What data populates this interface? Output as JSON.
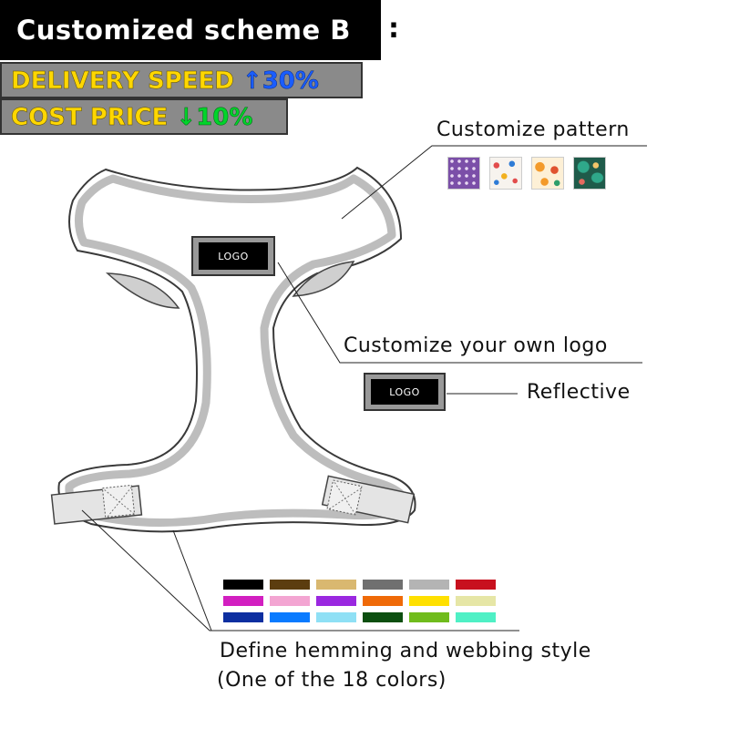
{
  "header": {
    "title": "Customized scheme B",
    "colon": ":"
  },
  "badges": {
    "delivery_label": "DELIVERY SPEED",
    "delivery_value": "↑30%",
    "cost_label": "COST PRICE",
    "cost_value": "↓10%"
  },
  "annotations": {
    "pattern": "Customize pattern",
    "logo": "Customize your own logo",
    "reflective": "Reflective",
    "hemming_line1": "Define hemming and webbing style",
    "hemming_line2": "(One of the 18 colors)"
  },
  "logo_tags": {
    "harness_logo": "LOGO",
    "sample_logo": "LOGO"
  },
  "patterns": [
    {
      "name": "purple-dots",
      "colors": [
        "#7b4fa8",
        "#e8d8f2"
      ]
    },
    {
      "name": "confetti",
      "colors": [
        "#f7f3ee",
        "#e24c4c",
        "#2e7bd6",
        "#f2b01e"
      ]
    },
    {
      "name": "flowers",
      "colors": [
        "#fdf0d6",
        "#f39a2a",
        "#e0532f",
        "#2f9e6a"
      ]
    },
    {
      "name": "tropical-leaves",
      "colors": [
        "#1f5b4a",
        "#2fa88a",
        "#f1c46a",
        "#e36a5f"
      ]
    }
  ],
  "webbing_colors": [
    "#000000",
    "#5c3d0f",
    "#d9b870",
    "#707070",
    "#b4b4b4",
    "#c8101e",
    "#d21fc0",
    "#f3a5d2",
    "#9a28e0",
    "#ef6a08",
    "#ffe000",
    "#e6e6a6",
    "#0d2fa0",
    "#0a7bff",
    "#8fe0f5",
    "#0c4f10",
    "#70bc1c",
    "#4ff0c5"
  ]
}
